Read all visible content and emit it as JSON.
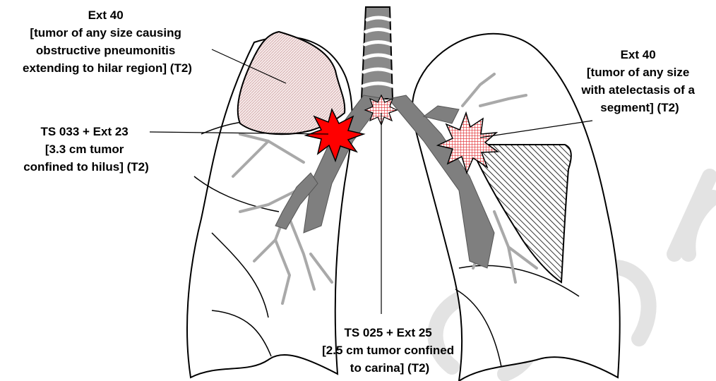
{
  "labels": {
    "top_left": {
      "lines": [
        "Ext 40",
        "[tumor of any size causing",
        "obstructive pneumonitis",
        "extending to hilar region] (T2)"
      ]
    },
    "mid_left": {
      "lines": [
        "TS 033 + Ext 23",
        "[3.3 cm tumor",
        "confined to hilus] (T2)"
      ]
    },
    "right": {
      "lines": [
        "Ext 40",
        "[tumor of any size",
        "with atelectasis of a",
        "segment] (T2)"
      ]
    },
    "bottom": {
      "lines": [
        "TS 025 + Ext 25",
        "[2.5 cm tumor confined",
        "to carina] (T2)"
      ]
    }
  },
  "colors": {
    "tumor_red": "#ff0000",
    "tumor_hatch": "#e0282c",
    "bronchus_gray": "#7f7f7f",
    "airway_gray": "#a9a9a9",
    "watermark_gray": "#e3e3e3"
  }
}
